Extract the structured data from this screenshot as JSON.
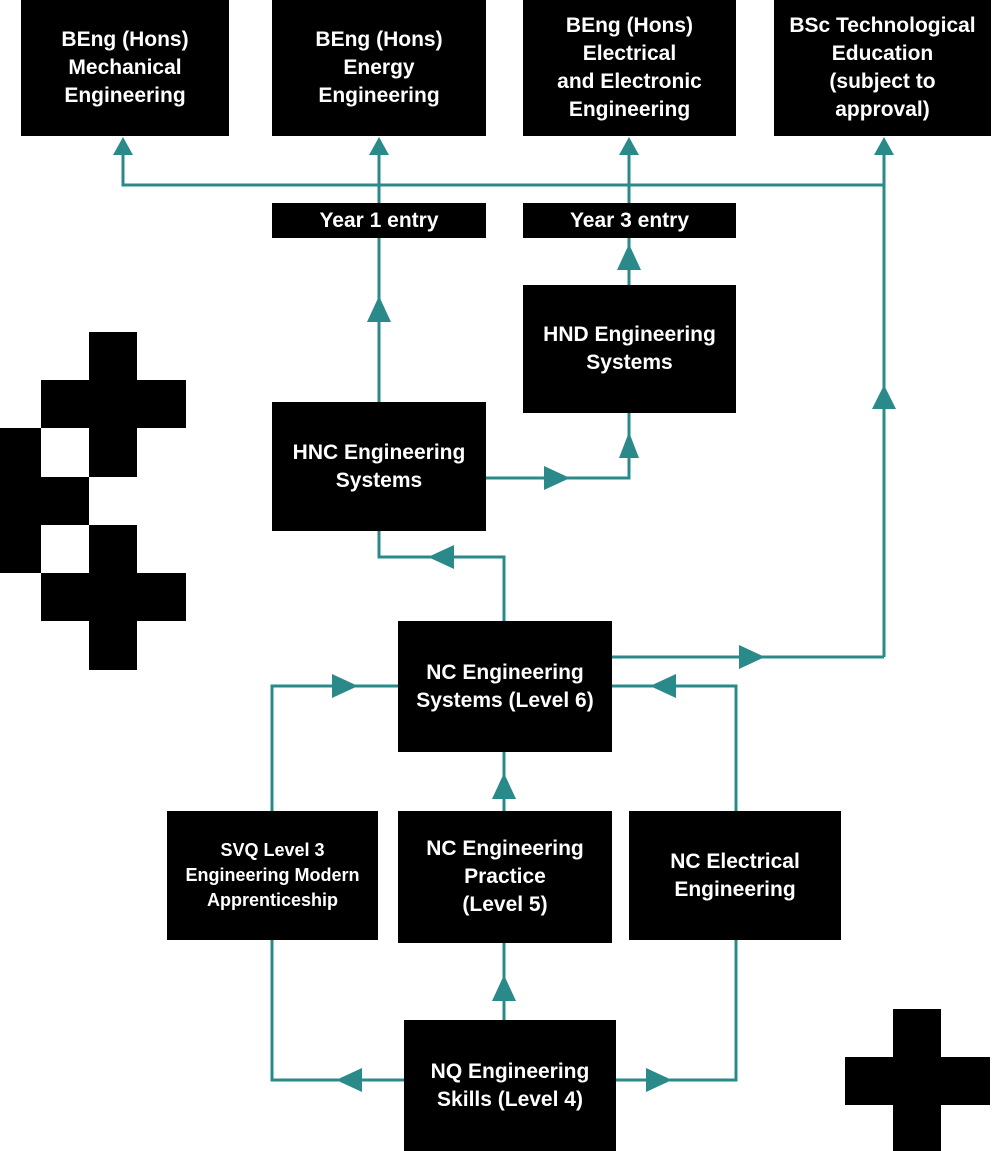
{
  "colors": {
    "line": "#2a8a8a",
    "box": "#000000",
    "text": "#ffffff"
  },
  "boxes": {
    "beng_mech": "BEng (Hons)\nMechanical\nEngineering",
    "beng_energy": "BEng (Hons)\nEnergy\nEngineering",
    "beng_eee": "BEng (Hons)\nElectrical\nand Electronic\nEngineering",
    "bsc_tech": "BSc Technological\nEducation\n(subject to\napproval)",
    "year1": "Year 1 entry",
    "year3": "Year 3 entry",
    "hnd": "HND Engineering\nSystems",
    "hnc": "HNC Engineering\nSystems",
    "nc_l6": "NC Engineering\nSystems (Level 6)",
    "svq": "SVQ Level 3\nEngineering Modern\nApprenticeship",
    "nc_l5": "NC Engineering\nPractice\n(Level 5)",
    "nc_elec": "NC Electrical\nEngineering",
    "nq_l4": "NQ Engineering\nSkills (Level 4)"
  }
}
